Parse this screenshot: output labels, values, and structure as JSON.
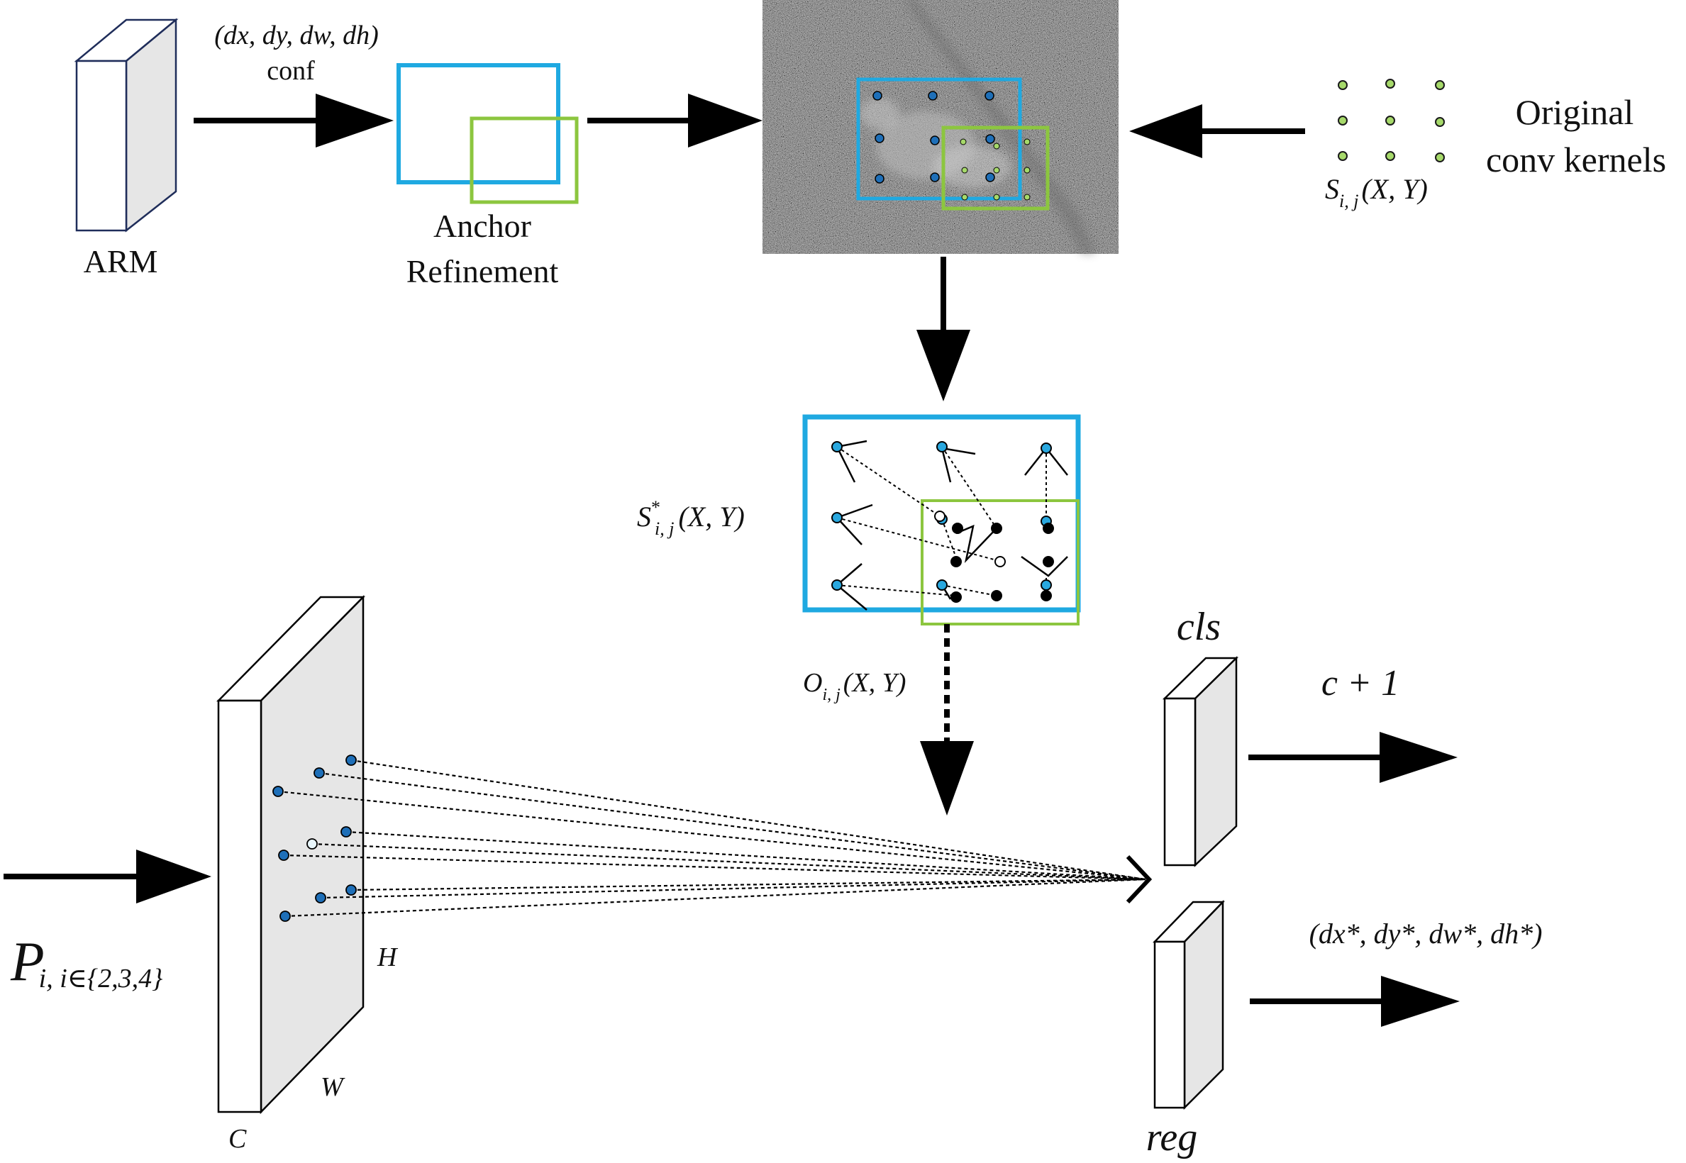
{
  "arm": {
    "label": "ARM"
  },
  "offsets": {
    "line1": "(dx, dy, dw, dh)",
    "line2": "conf"
  },
  "anchor_refinement": {
    "line1": "Anchor",
    "line2": "Refinement"
  },
  "original_kernels": {
    "line1": "Original",
    "line2": "conv kernels",
    "symbol_main": "S",
    "symbol_sub": "i, j",
    "symbol_args": "(X, Y)"
  },
  "deformed_sampling": {
    "symbol_main": "S",
    "symbol_sup": "*",
    "symbol_sub": "i, j",
    "symbol_args": "(X, Y)"
  },
  "offset_field": {
    "symbol_main": "O",
    "symbol_sub": "i, j",
    "symbol_args": "(X, Y)"
  },
  "feature_map": {
    "symbol_main": "P",
    "symbol_sub": "i, i∈{2,3,4}",
    "dim_h": "H",
    "dim_w": "W",
    "dim_c": "C"
  },
  "cls_head": {
    "label": "cls",
    "output": "c + 1"
  },
  "reg_head": {
    "label": "reg",
    "output": "(dx*, dy*, dw*, dh*)"
  },
  "colors": {
    "blue_box": "#1fa9e1",
    "green_box": "#8cc63f",
    "dot_blue": "#1e6fb8",
    "dot_cyan": "#29a8df",
    "dot_green": "#a6d96a",
    "face_gray": "#e6e6e6",
    "arm_outline": "#1f2d5a"
  }
}
